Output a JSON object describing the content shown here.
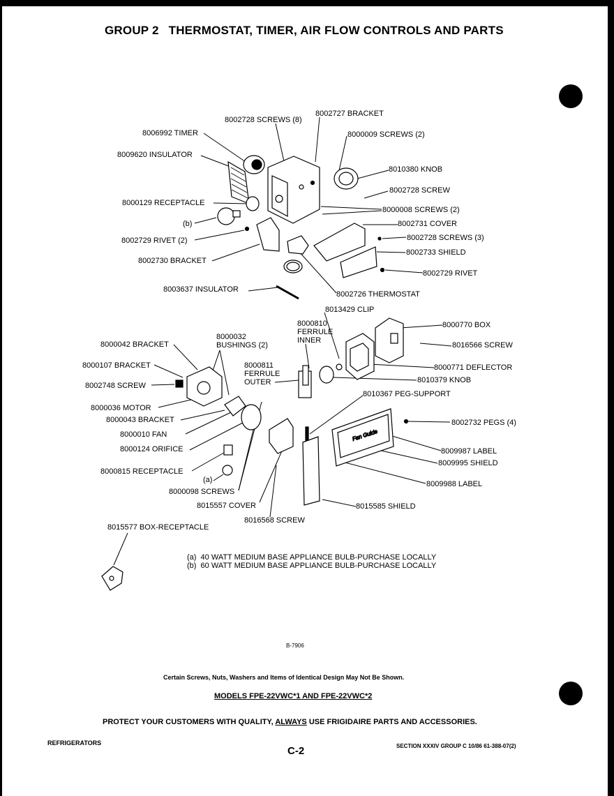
{
  "title": {
    "group": "GROUP 2",
    "text": "THERMOSTAT, TIMER, AIR FLOW CONTROLS AND PARTS"
  },
  "top_labels": {
    "screws_8002728_8": "8002728 SCREWS (8)",
    "bracket_8002727": "8002727 BRACKET",
    "timer": "8006992 TIMER",
    "screws_8000009": "8000009 SCREWS (2)",
    "insulator_8009620": "8009620 INSULATOR",
    "knob_8010380": "8010380 KNOB",
    "screw_8002728": "8002728 SCREW",
    "receptacle_8000129": "8000129 RECEPTACLE",
    "screws_8000008": "8000008 SCREWS (2)",
    "bulb_b": "(b)",
    "cover_8002731": "8002731 COVER",
    "rivet_8002729_2": "8002729 RIVET (2)",
    "screws_8002728_3": "8002728 SCREWS (3)",
    "shield_8002733": "8002733 SHIELD",
    "bracket_8002730": "8002730 BRACKET",
    "rivet_8002729": "8002729 RIVET",
    "insulator_8003637": "8003637 INSULATOR",
    "thermostat": "8002726 THERMOSTAT"
  },
  "bottom_labels": {
    "clip": "8013429 CLIP",
    "ferrule_inner": [
      "8000810",
      "FERRULE",
      "INNER"
    ],
    "box_8000770": "8000770 BOX",
    "bracket_8000042": "8000042 BRACKET",
    "bushings": [
      "8000032",
      "BUSHINGS (2)"
    ],
    "screw_8016566": "8016566 SCREW",
    "bracket_8000107": "8000107 BRACKET",
    "ferrule_outer": [
      "8000811",
      "FERRULE",
      "OUTER"
    ],
    "deflector": "8000771 DEFLECTOR",
    "screw_8002748": "8002748 SCREW",
    "knob_8010379": "8010379 KNOB",
    "motor": "8000036 MOTOR",
    "peg_support": "8010367 PEG-SUPPORT",
    "bracket_8000043": "8000043 BRACKET",
    "pegs": "8002732 PEGS (4)",
    "fan": "8000010 FAN",
    "label_8009987": "8009987 LABEL",
    "orifice": "8000124 ORIFICE",
    "shield_8009995": "8009995 SHIELD",
    "receptacle_8000815": "8000815 RECEPTACLE",
    "label_8009988": "8009988 LABEL",
    "bulb_a": "(a)",
    "screws_8000098": "8000098 SCREWS",
    "cover_8015557": "8015557 COVER",
    "shield_8015585": "8015585 SHIELD",
    "screw_8016568": "8016568 SCREW",
    "box_receptacle": "8015577 BOX-RECEPTACLE",
    "label_text": "Fan Guide"
  },
  "notes": [
    "(a)  40 WATT MEDIUM BASE APPLIANCE BULB-PURCHASE LOCALLY",
    "(b)  60 WATT MEDIUM BASE APPLIANCE BULB-PURCHASE LOCALLY"
  ],
  "figure_id": "B-7906",
  "disclaimer": "Certain Screws, Nuts, Washers and Items of Identical Design May Not Be Shown.",
  "models": "MODELS FPE-22VWC*1 AND FPE-22VWC*2",
  "protect": {
    "pre": "PROTECT YOUR CUSTOMERS WITH QUALITY,",
    "always": "ALWAYS",
    "post": "USE FRIGIDAIRE PARTS AND ACCESSORIES."
  },
  "footer_left": "REFRIGERATORS",
  "page_no": "C-2",
  "footer_right": "SECTION XXXIV  GROUP C  10/86  61-388-07(2)"
}
